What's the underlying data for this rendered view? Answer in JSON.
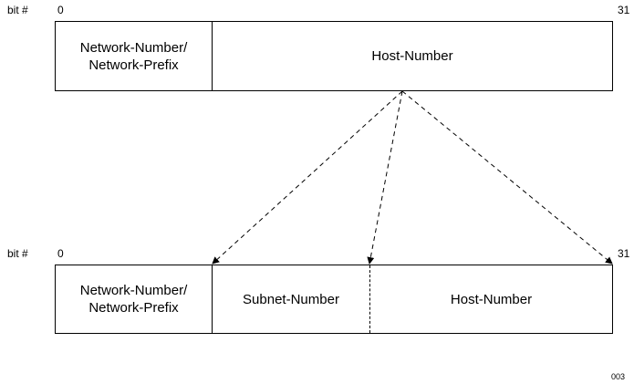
{
  "top": {
    "bit_label": "bit #",
    "start_bit": "0",
    "end_bit": "31",
    "fields": [
      "Network-Number/\nNetwork-Prefix",
      "Host-Number"
    ]
  },
  "bottom": {
    "bit_label": "bit #",
    "start_bit": "0",
    "end_bit": "31",
    "fields": [
      "Network-Number/\nNetwork-Prefix",
      "Subnet-Number",
      "Host-Number"
    ]
  },
  "figure_id": "003"
}
